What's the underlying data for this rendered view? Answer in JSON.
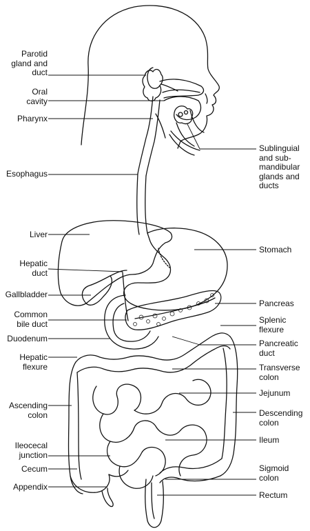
{
  "labels_left": [
    {
      "id": "parotid-gland-and-duct",
      "lines": [
        "Parotid",
        "gland and",
        "duct"
      ]
    },
    {
      "id": "oral-cavity",
      "lines": [
        "Oral",
        "cavity"
      ]
    },
    {
      "id": "pharynx",
      "lines": [
        "Pharynx"
      ]
    },
    {
      "id": "esophagus",
      "lines": [
        "Esophagus"
      ]
    },
    {
      "id": "liver",
      "lines": [
        "Liver"
      ]
    },
    {
      "id": "hepatic-duct",
      "lines": [
        "Hepatic",
        "duct"
      ]
    },
    {
      "id": "gallbladder",
      "lines": [
        "Gallbladder"
      ]
    },
    {
      "id": "common-bile-duct",
      "lines": [
        "Common",
        "bile duct"
      ]
    },
    {
      "id": "duodenum",
      "lines": [
        "Duodenum"
      ]
    },
    {
      "id": "hepatic-flexure",
      "lines": [
        "Hepatic",
        "flexure"
      ]
    },
    {
      "id": "ascending-colon",
      "lines": [
        "Ascending",
        "colon"
      ]
    },
    {
      "id": "ileocecal-junction",
      "lines": [
        "Ileocecal",
        "junction"
      ]
    },
    {
      "id": "cecum",
      "lines": [
        "Cecum"
      ]
    },
    {
      "id": "appendix",
      "lines": [
        "Appendix"
      ]
    }
  ],
  "labels_right": [
    {
      "id": "sublingual-and-submandibular-glands",
      "lines": [
        "Sublinguial",
        "and sub-",
        "mandibular",
        "glands and",
        "ducts"
      ]
    },
    {
      "id": "stomach",
      "lines": [
        "Stomach"
      ]
    },
    {
      "id": "pancreas",
      "lines": [
        "Pancreas"
      ]
    },
    {
      "id": "splenic-flexure",
      "lines": [
        "Splenic",
        "flexure"
      ]
    },
    {
      "id": "pancreatic-duct",
      "lines": [
        "Pancreatic",
        "duct"
      ]
    },
    {
      "id": "transverse-colon",
      "lines": [
        "Transverse",
        "colon"
      ]
    },
    {
      "id": "jejunum",
      "lines": [
        "Jejunum"
      ]
    },
    {
      "id": "descending-colon",
      "lines": [
        "Descending",
        "colon"
      ]
    },
    {
      "id": "ileum",
      "lines": [
        "Ileum"
      ]
    },
    {
      "id": "sigmoid-colon",
      "lines": [
        "Sigmoid",
        "colon"
      ]
    },
    {
      "id": "rectum",
      "lines": [
        "Rectum"
      ]
    }
  ]
}
